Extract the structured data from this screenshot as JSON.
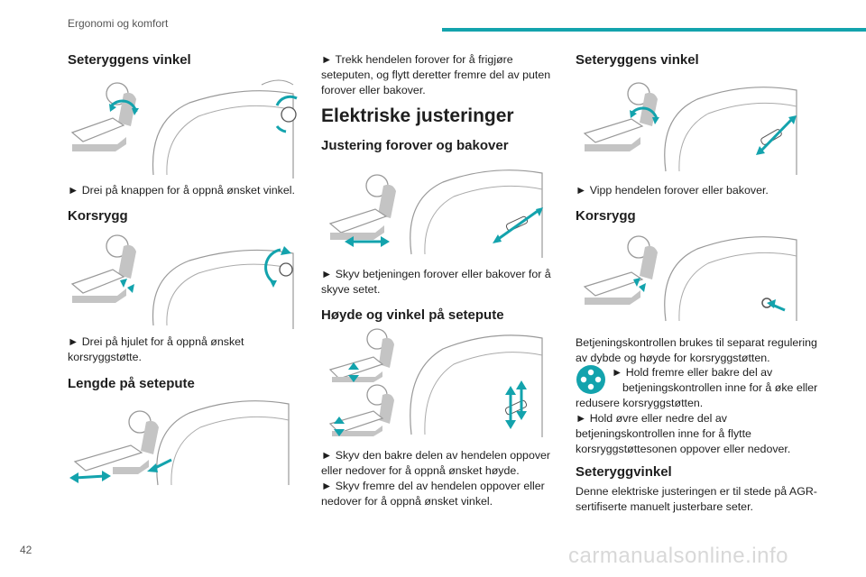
{
  "header": {
    "section": "Ergonomi og komfort"
  },
  "page_number": "42",
  "watermark": "carmanualsonline.info",
  "colors": {
    "accent": "#13a3ad",
    "figure_line": "#999999",
    "figure_fill": "#c4c4c4",
    "arrow": "#13a3ad"
  },
  "col1": {
    "s1_title": "Seteryggens vinkel",
    "s1_text": "► Drei på knappen for å oppnå ønsket vinkel.",
    "s2_title": "Korsrygg",
    "s2_text_1": "► Drei på hjulet for å oppnå ønsket",
    "s2_text_2": "korsryggstøtte.",
    "s3_title": "Lengde på setepute"
  },
  "col2": {
    "intro_1": "► Trekk hendelen forover for å frigjøre",
    "intro_2": "seteputen, og flytt deretter fremre del av puten",
    "intro_3": "forover eller bakover.",
    "main_title": "Elektriske justeringer",
    "s1_title": "Justering forover og bakover",
    "s1_text_1": "► Skyv betjeningen forover eller bakover for å",
    "s1_text_2": "skyve setet.",
    "s2_title": "Høyde og vinkel på setepute",
    "s2_text_1": "► Skyv den bakre delen av hendelen oppover",
    "s2_text_2": "eller nedover for å oppnå ønsket høyde.",
    "s2_text_3": "► Skyv fremre del av hendelen oppover eller",
    "s2_text_4": "nedover for å oppnå ønsket vinkel."
  },
  "col3": {
    "s1_title": "Seteryggens vinkel",
    "s1_text": "► Vipp hendelen forover eller bakover.",
    "s2_title": "Korsrygg",
    "s2_text_1": "Betjeningskontrollen brukes til separat regulering",
    "s2_text_2": "av dybde og høyde for korsryggstøtten.",
    "s2_text_3": "► Hold fremre eller bakre del av",
    "s2_text_4": "betjeningskontrollen inne for å øke eller",
    "s2_text_5": "redusere korsryggstøtten.",
    "s2_text_6": "► Hold øvre eller nedre del av",
    "s2_text_7": "betjeningskontrollen inne for å flytte",
    "s2_text_8": "korsryggstøttesonen oppover eller nedover.",
    "s3_title": "Seteryggvinkel",
    "s3_text_1": "Denne elektriske justeringen er til stede på AGR-",
    "s3_text_2": "sertifiserte manuelt justerbare seter."
  }
}
